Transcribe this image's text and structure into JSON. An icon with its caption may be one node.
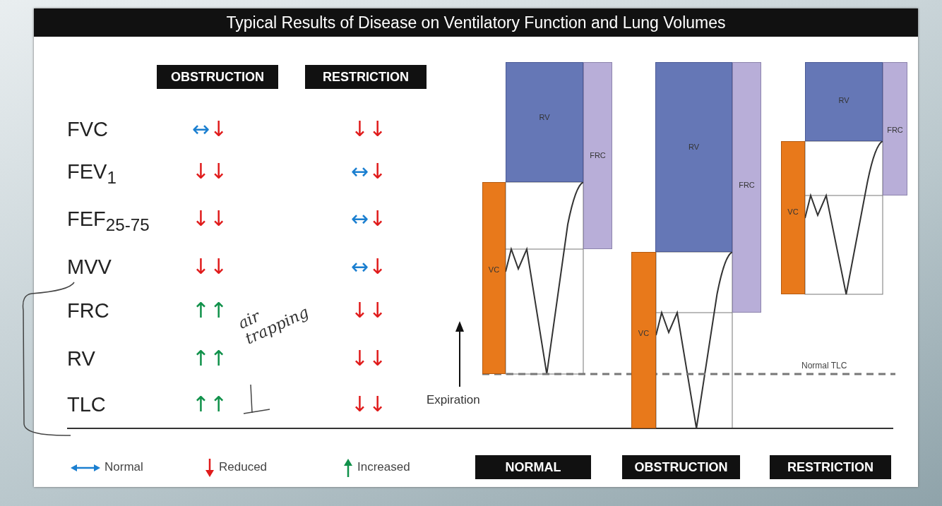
{
  "diagram": {
    "title": "Typical Results of Disease on Ventilatory Function and Lung Volumes",
    "nodes": [
      {
        "text": [
          "RV"
        ]
      },
      {
        "text": [
          "FRC"
        ]
      },
      {
        "text": [
          "VC"
        ]
      },
      {
        "text": [
          "RV"
        ]
      },
      {
        "text": [
          "FRC"
        ]
      },
      {
        "text": [
          "VC"
        ]
      },
      {
        "text": [
          "RV"
        ]
      },
      {
        "text": [
          "FRC"
        ]
      },
      {
        "text": [
          "VC"
        ]
      }
    ],
    "edges": [],
    "labels": [
      "OBSTRUCTION",
      "RESTRICTION",
      "FVC",
      "↔↓",
      "↓↓",
      "FEV$_{1}$",
      "↓↓",
      "↔↓",
      "FEF$_{25-75}$",
      "↓↓",
      "↔↓",
      "MVV",
      "↓↓",
      "↔↓",
      "FRC",
      "↑↑",
      "↓↓",
      "RV",
      "↑↑",
      "↓↓",
      "TLC",
      "↑↑",
      "↓↓",
      "air trapping",
      "Expiration",
      "Normal TLC",
      "NORMAL",
      "OBSTRUCTION",
      "RESTRICTION"
    ],
    "legend": [
      {
        "text": "Normal"
      },
      {
        "text": "Reduced"
      },
      {
        "text": "Increased"
      }
    ]
  }
}
